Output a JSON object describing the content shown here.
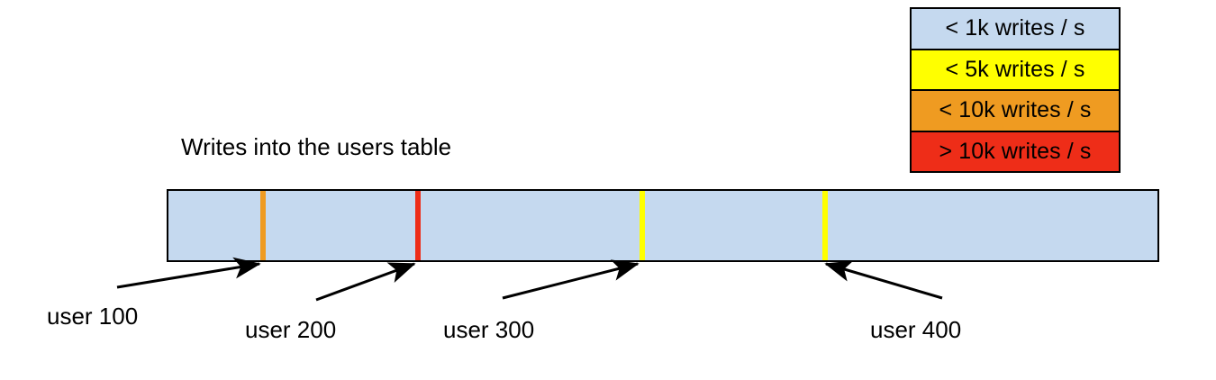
{
  "chart_data": {
    "type": "bar",
    "title": "Writes into the users table",
    "xlabel": "",
    "ylabel": "",
    "orientation": "horizontal",
    "description": "A single horizontal range bar representing the users table keyspace, shaded by write rate, with four marked user-key boundaries annotated by arrows.",
    "bar": {
      "base_color": "#c5d9ef",
      "base_category": "< 1k writes / s",
      "border_color": "#000000"
    },
    "categories": [
      "user 100",
      "user 200",
      "user 300",
      "user 400"
    ],
    "markers": [
      {
        "label": "user 100",
        "position_pct": 9.6,
        "color": "#ef9b21",
        "category": "< 10k writes / s"
      },
      {
        "label": "user 200",
        "position_pct": 25.2,
        "color": "#ee2d18",
        "category": "> 10k writes / s"
      },
      {
        "label": "user 300",
        "position_pct": 47.8,
        "color": "#ffff00",
        "category": "< 5k writes / s"
      },
      {
        "label": "user 400",
        "position_pct": 66.2,
        "color": "#ffff00",
        "category": "< 5k writes / s"
      }
    ],
    "legend": {
      "position": "top-right",
      "entries": [
        {
          "label": "< 1k writes / s",
          "color": "#c5d9ef"
        },
        {
          "label": "< 5k writes / s",
          "color": "#ffff00"
        },
        {
          "label": "< 10k writes / s",
          "color": "#ef9b21"
        },
        {
          "label": "> 10k writes / s",
          "color": "#ee2d18"
        }
      ]
    },
    "grid": false
  },
  "title": {
    "text": "Writes into the users table"
  },
  "legend": {
    "entries": [
      {
        "label": "< 1k writes / s",
        "color": "#c5d9ef"
      },
      {
        "label": "< 5k writes / s",
        "color": "#ffff00"
      },
      {
        "label": "< 10k writes / s",
        "color": "#ef9b21"
      },
      {
        "label": "> 10k writes / s",
        "color": "#ee2d18"
      }
    ]
  },
  "bar": {
    "fill_color": "#c5d9ef",
    "markers": [
      {
        "name": "user 100",
        "color": "#ef9b21"
      },
      {
        "name": "user 200",
        "color": "#ee2d18"
      },
      {
        "name": "user 300",
        "color": "#ffff00"
      },
      {
        "name": "user 400",
        "color": "#ffff00"
      }
    ]
  },
  "callouts": [
    {
      "label": "user 100"
    },
    {
      "label": "user 200"
    },
    {
      "label": "user 300"
    },
    {
      "label": "user 400"
    }
  ]
}
